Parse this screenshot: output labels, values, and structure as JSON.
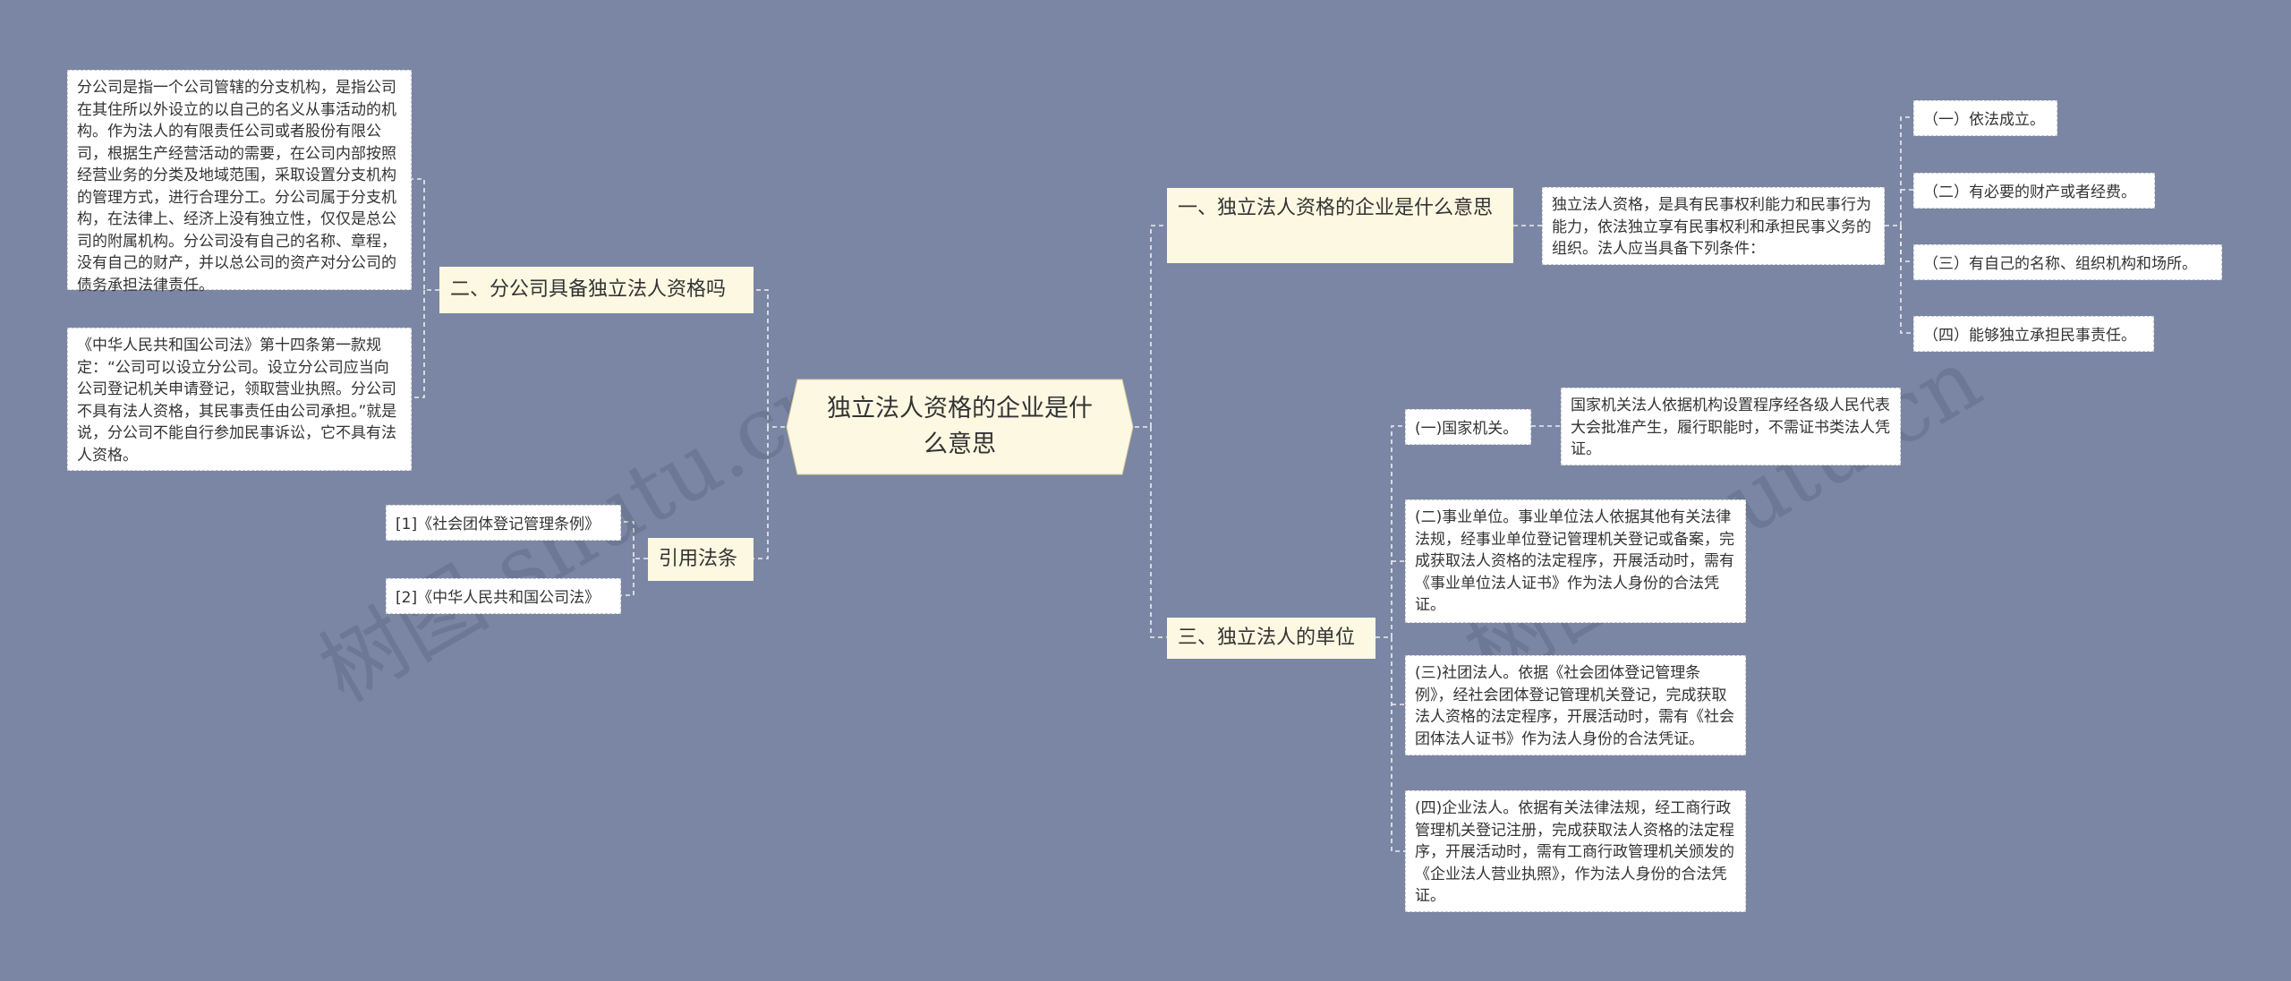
{
  "root": {
    "title": "独立法人资格的企业是什么意思"
  },
  "branches": {
    "b1": {
      "title": "一、独立法人资格的企业是什么意思",
      "desc": "独立法人资格，是具有民事权利能力和民事行为能力，依法独立享有民事权利和承担民事义务的组织。法人应当具备下列条件：",
      "conditions": [
        "（一）依法成立。",
        "（二）有必要的财产或者经费。",
        "（三）有自己的名称、组织机构和场所。",
        "（四）能够独立承担民事责任。"
      ]
    },
    "b2": {
      "title": "二、分公司具备独立法人资格吗",
      "text1": "分公司是指一个公司管辖的分支机构，是指公司在其住所以外设立的以自己的名义从事活动的机构。作为法人的有限责任公司或者股份有限公司，根据生产经营活动的需要，在公司内部按照经营业务的分类及地域范围，采取设置分支机构的管理方式，进行合理分工。分公司属于分支机构，在法律上、经济上没有独立性，仅仅是总公司的附属机构。分公司没有自己的名称、章程，没有自己的财产，并以总公司的资产对分公司的债务承担法律责任。",
      "text2": "《中华人民共和国公司法》第十四条第一款规定：“公司可以设立分公司。设立分公司应当向公司登记机关申请登记，领取营业执照。分公司不具有法人资格，其民事责任由公司承担。”就是说，分公司不能自行参加民事诉讼，它不具有法人资格。"
    },
    "b3": {
      "title": "三、独立法人的单位",
      "item1": "(一)国家机关。",
      "item1_desc": "国家机关法人依据机构设置程序经各级人民代表大会批准产生，履行职能时，不需证书类法人凭证。",
      "item2": "(二)事业单位。事业单位法人依据其他有关法律法规，经事业单位登记管理机关登记或备案，完成获取法人资格的法定程序，开展活动时，需有《事业单位法人证书》作为法人身份的合法凭证。",
      "item3": "(三)社团法人。依据《社会团体登记管理条例》，经社会团体登记管理机关登记，完成获取法人资格的法定程序，开展活动时，需有《社会团体法人证书》作为法人身份的合法凭证。",
      "item4": "(四)企业法人。依据有关法律法规，经工商行政管理机关登记注册，完成获取法人资格的法定程序，开展活动时，需有工商行政管理机关颁发的《企业法人营业执照》，作为法人身份的合法凭证。"
    },
    "b4": {
      "title": "引用法条",
      "refs": [
        "[1]《社会团体登记管理条例》",
        "[2]《中华人民共和国公司法》"
      ]
    }
  },
  "watermarks": [
    "树图 shutu.cn",
    "树图 shutu.cn"
  ],
  "colors": {
    "background": "#7a86a4",
    "branch_fill": "#fdf8e2",
    "leaf_fill": "#ffffff",
    "connector": "#e8e8e8"
  }
}
